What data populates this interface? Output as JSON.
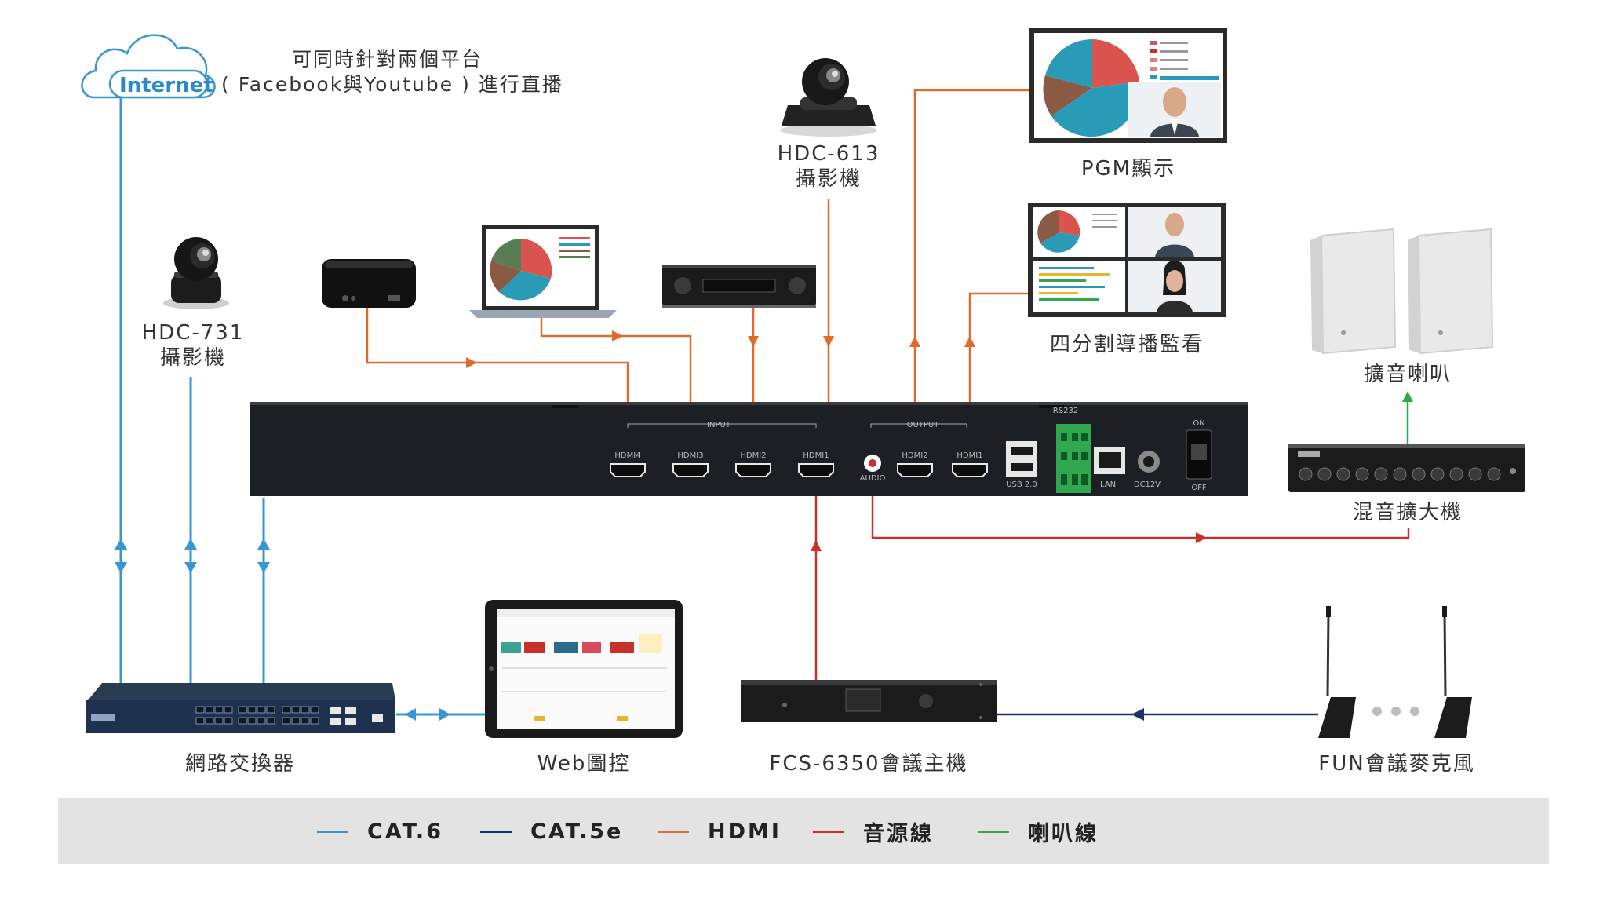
{
  "internet": {
    "cloud_label": "Internet",
    "note_line1": "可同時針對兩個平台",
    "note_line2": "( Facebook與Youtube ) 進行直播"
  },
  "devices": {
    "hdc731": {
      "model": "HDC-731",
      "name": "攝影機"
    },
    "hdc613": {
      "model": "HDC-613",
      "name": "攝影機"
    },
    "pgm": {
      "name": "PGM顯示"
    },
    "quad": {
      "name": "四分割導播監看"
    },
    "speakers": {
      "name": "擴音喇叭"
    },
    "mixer": {
      "name": "混音擴大機"
    },
    "switch": {
      "name": "網路交換器"
    },
    "web": {
      "name": "Web圖控"
    },
    "fcs": {
      "name": "FCS-6350會議主機"
    },
    "mic": {
      "name": "FUN會議麥克風"
    }
  },
  "panel": {
    "input_label": "INPUT",
    "output_label": "OUTPUT",
    "inputs": [
      "HDMI4",
      "HDMI3",
      "HDMI2",
      "HDMI1"
    ],
    "audio_label": "AUDIO",
    "outputs": [
      "HDMI2",
      "HDMI1"
    ],
    "usb_label": "USB 2.0",
    "rs232_label": "RS232",
    "lan_label": "LAN",
    "dc_label": "DC12V",
    "on_label": "ON",
    "off_label": "OFF"
  },
  "legend": [
    {
      "label": "CAT.6",
      "color": "#3a96d0"
    },
    {
      "label": "CAT.5e",
      "color": "#1f2f6b"
    },
    {
      "label": "HDMI",
      "color": "#e06a2c"
    },
    {
      "label": "音源線",
      "color": "#c9302c"
    },
    {
      "label": "喇叭線",
      "color": "#2fa84f"
    }
  ],
  "colors": {
    "cat6": "#3a96d0",
    "cat5e": "#1f2f6b",
    "hdmi": "#e06a2c",
    "audio": "#c9302c",
    "speaker": "#2fa84f"
  }
}
